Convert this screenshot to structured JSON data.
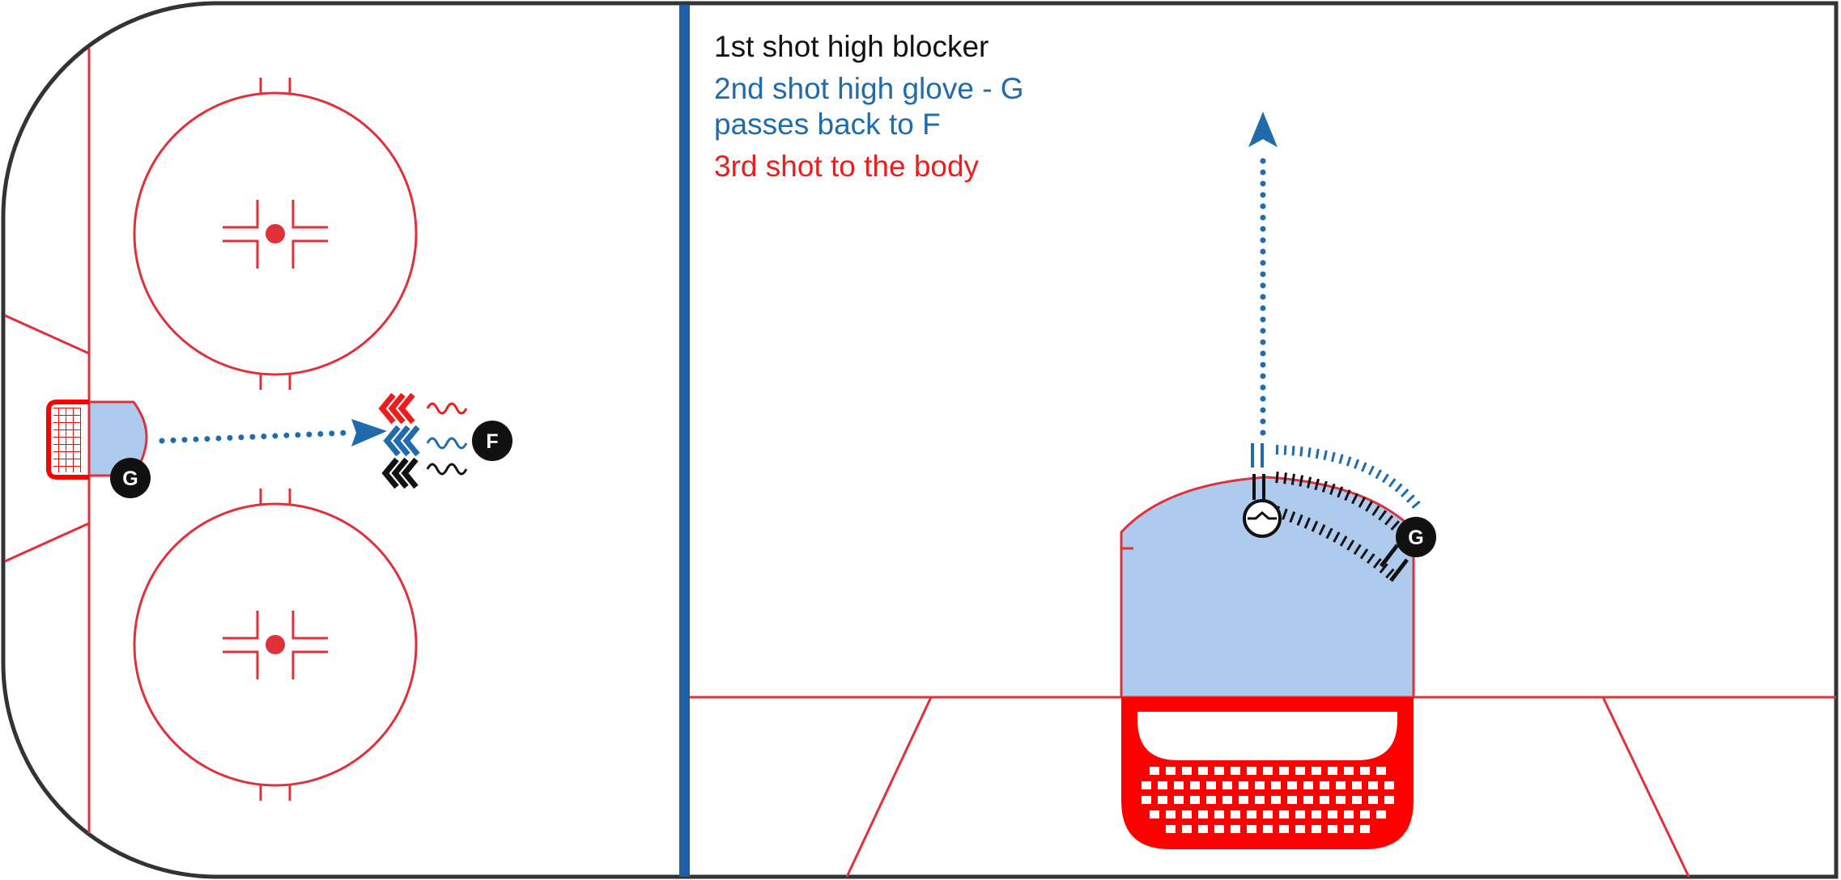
{
  "legend": {
    "shot1": "1st shot high blocker",
    "shot2_line1": "2nd shot high glove - G",
    "shot2_line2": "passes back to F",
    "shot3": "3rd shot to the body"
  },
  "players": {
    "goalie_left": "G",
    "forward": "F",
    "goalie_right": "G"
  },
  "colors": {
    "rink_line": "#e0303a",
    "net": "#ff0000",
    "crease": "#aecbee",
    "blue_line": "#1f5fa6",
    "pass_blue": "#1f6bab",
    "shot1_black": "#111111",
    "shot3_red": "#ee1c1c",
    "boards": "#333333"
  },
  "icons": [
    "forward-player-icon",
    "goalie-player-icon",
    "puck-icon",
    "arrow-head-icon",
    "shot-chevron-icon",
    "skating-wave-icon"
  ]
}
